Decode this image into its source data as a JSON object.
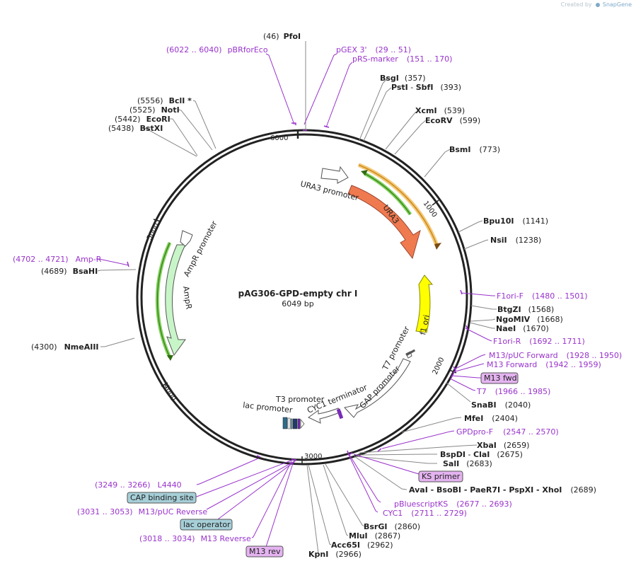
{
  "credit": {
    "prefix": "Created by",
    "brand": "SnapGene"
  },
  "plasmid": {
    "name": "pAG306-GPD-empty chr I",
    "size": "6049 bp",
    "length": 6049
  },
  "colors": {
    "backbone": "#222222",
    "site_line": "#888888",
    "primer": "#9933cc",
    "URA3": "#f07a4f",
    "AmpR": "#c8f5c8",
    "f1_ori": "#ffff00",
    "promoter": "#ffffff",
    "terminator": "#ffffff",
    "box_binding": "#a6cfd8",
    "box_primer": "#e4b3f0"
  },
  "ticks": [
    {
      "label": "1000",
      "pos": 1000
    },
    {
      "label": "2000",
      "pos": 2000
    },
    {
      "label": "3000",
      "pos": 3000
    },
    {
      "label": "4000",
      "pos": 4000
    },
    {
      "label": "5000",
      "pos": 5000
    },
    {
      "label": "6000",
      "pos": 6000
    }
  ],
  "enzymes": [
    {
      "name": "PfoI",
      "coord": "(46)",
      "pos": 46
    },
    {
      "name": "BsgI",
      "coord": "(357)",
      "pos": 357
    },
    {
      "name": "PstI",
      "sep": " - ",
      "name2": "SbfI",
      "coord": "(393)",
      "pos": 393
    },
    {
      "name": "XcmI",
      "coord": "(539)",
      "pos": 539
    },
    {
      "name": "EcoRV",
      "coord": "(599)",
      "pos": 599
    },
    {
      "name": "BsmI",
      "coord": "(773)",
      "pos": 773
    },
    {
      "name": "Bpu10I",
      "coord": "(1141)",
      "pos": 1141
    },
    {
      "name": "NsiI",
      "coord": "(1238)",
      "pos": 1238
    },
    {
      "name": "BtgZI",
      "coord": "(1568)",
      "pos": 1568
    },
    {
      "name": "NgoMIV",
      "coord": "(1668)",
      "pos": 1668
    },
    {
      "name": "NaeI",
      "coord": "(1670)",
      "pos": 1670
    },
    {
      "name": "SnaBI",
      "coord": "(2040)",
      "pos": 2040
    },
    {
      "name": "MfeI",
      "coord": "(2404)",
      "pos": 2404
    },
    {
      "name": "XbaI",
      "coord": "(2659)",
      "pos": 2659
    },
    {
      "name": "BspDI",
      "sep": " - ",
      "name2": "ClaI",
      "coord": "(2675)",
      "pos": 2675
    },
    {
      "name": "SalI",
      "coord": "(2683)",
      "pos": 2683
    },
    {
      "name": "AvaI",
      "extra": " - BsoBI - PaeR7I - PspXI - XhoI",
      "coord": "(2689)",
      "pos": 2689
    },
    {
      "name": "BsrGI",
      "coord": "(2860)",
      "pos": 2860
    },
    {
      "name": "MluI",
      "coord": "(2867)",
      "pos": 2867
    },
    {
      "name": "Acc65I",
      "coord": "(2962)",
      "pos": 2962
    },
    {
      "name": "KpnI",
      "coord": "(2966)",
      "pos": 2966
    },
    {
      "name": "NmeAIII",
      "coord": "(4300)",
      "pos": 4300
    },
    {
      "name": "BsaHI",
      "coord": "(4689)",
      "pos": 4689
    },
    {
      "name": "BstXI",
      "coord": "(5438)",
      "pos": 5438
    },
    {
      "name": "EcoRI",
      "coord": "(5442)",
      "pos": 5442
    },
    {
      "name": "NotI",
      "coord": "(5525)",
      "pos": 5525
    },
    {
      "name": "BclI *",
      "coord": "(5556)",
      "pos": 5556
    }
  ],
  "primers": [
    {
      "name": "pBRforEco",
      "range": "(6022 .. 6040)"
    },
    {
      "name": "pGEX 3'",
      "range": "(29 .. 51)"
    },
    {
      "name": "pRS-marker",
      "range": "(151 .. 170)"
    },
    {
      "name": "F1ori-F",
      "range": "(1480 .. 1501)"
    },
    {
      "name": "F1ori-R",
      "range": "(1692 .. 1711)"
    },
    {
      "name": "M13/pUC Forward",
      "range": "(1928 .. 1950)"
    },
    {
      "name": "M13 Forward",
      "range": "(1942 .. 1959)"
    },
    {
      "name": "T7",
      "range": "(1966 .. 1985)"
    },
    {
      "name": "GPDpro-F",
      "range": "(2547 .. 2570)"
    },
    {
      "name": "pBluescriptKS",
      "range": "(2677 .. 2693)"
    },
    {
      "name": "CYC1",
      "range": "(2711 .. 2729)"
    },
    {
      "name": "L4440",
      "range": "(3249 .. 3266)"
    },
    {
      "name": "M13/pUC Reverse",
      "range": "(3031 .. 3053)"
    },
    {
      "name": "M13 Reverse",
      "range": "(3018 .. 3034)"
    },
    {
      "name": "Amp-R",
      "range": "(4702 .. 4721)"
    }
  ],
  "boxes": [
    {
      "label": "M13 fwd"
    },
    {
      "label": "KS primer"
    },
    {
      "label": "CAP binding site"
    },
    {
      "label": "lac operator"
    },
    {
      "label": "M13 rev"
    }
  ],
  "features": [
    {
      "name": "URA3",
      "type": "gene"
    },
    {
      "name": "URA3 promoter",
      "type": "promoter"
    },
    {
      "name": "f1 ori",
      "type": "origin"
    },
    {
      "name": "T7 promoter",
      "type": "promoter"
    },
    {
      "name": "GAP promoter",
      "type": "promoter"
    },
    {
      "name": "CYC1 terminator",
      "type": "terminator"
    },
    {
      "name": "T3 promoter",
      "type": "promoter"
    },
    {
      "name": "lac promoter",
      "type": "promoter"
    },
    {
      "name": "AmpR",
      "type": "gene"
    },
    {
      "name": "AmpR promoter",
      "type": "promoter"
    }
  ]
}
